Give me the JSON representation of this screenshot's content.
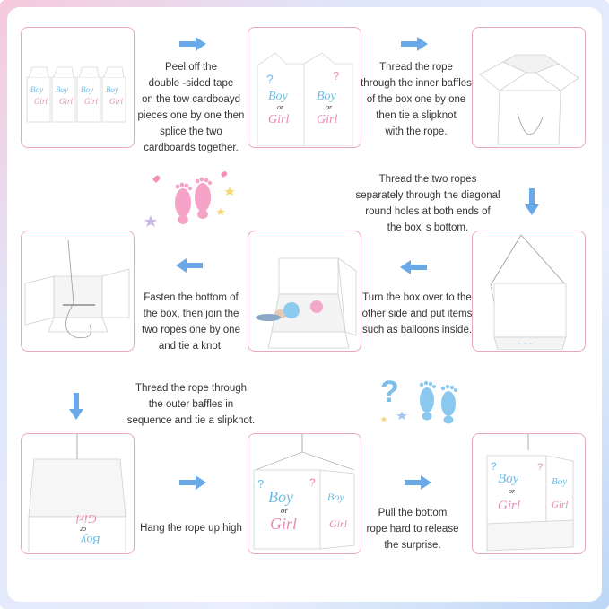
{
  "steps": {
    "s1": {
      "lines": [
        "Peel off the",
        "double -sided tape",
        "on the tow cardboayd",
        "pieces one by one then",
        "splice the two",
        "cardboards together."
      ]
    },
    "s2": {
      "lines": [
        "Thread the rope",
        "through the inner baffles",
        "of the box one by one",
        "then tie a slipknot",
        "with the rope."
      ]
    },
    "s3": {
      "lines": [
        "Thread the two ropes",
        "separately through the diagonal",
        "round holes at both ends of",
        "the box' s bottom."
      ]
    },
    "s4": {
      "lines": [
        "Turn the box over to the",
        "other side and put items",
        "such as balloons inside."
      ]
    },
    "s5": {
      "lines": [
        "Fasten the bottom of",
        "the box, then join the",
        "two ropes one by one",
        "and tie a knot."
      ]
    },
    "s6": {
      "lines": [
        "Thread the rope through",
        "the outer baffles in",
        "sequence and tie a slipknot."
      ]
    },
    "s7": {
      "lines": [
        "Hang the rope up high"
      ]
    },
    "s8": {
      "lines": [
        "Pull the bottom",
        "rope hard to release",
        "the surprise."
      ]
    }
  },
  "box_print": {
    "boy": "Boy",
    "or": "or",
    "girl": "Girl"
  },
  "colors": {
    "pink": "#e88bb4",
    "blue": "#6fbde6",
    "arrow": "#6aa9e8",
    "border": "#e8a6c4"
  }
}
